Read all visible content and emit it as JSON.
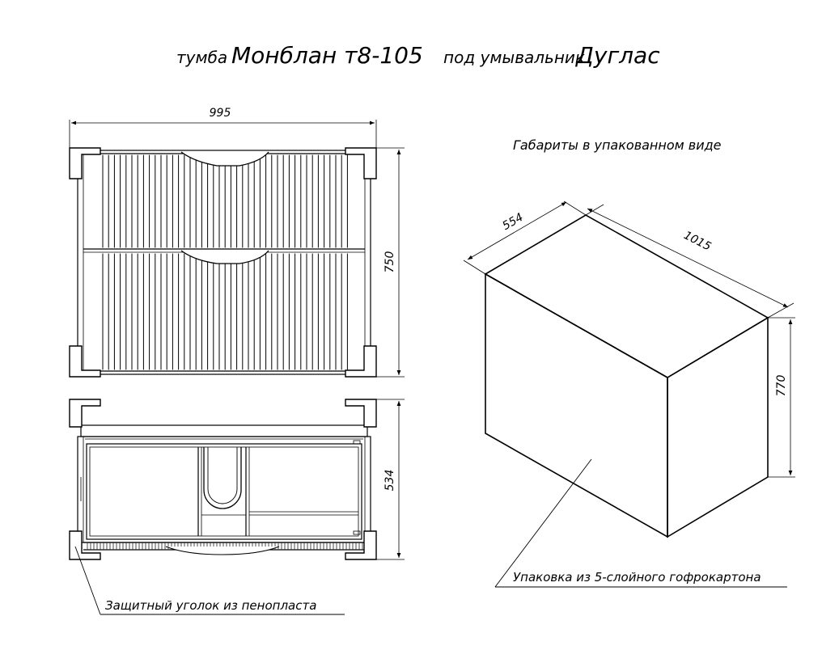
{
  "title": {
    "prefix": "тумба",
    "model": "Монблан т8-105",
    "middle": "под умывальник",
    "basin": "Дуглас"
  },
  "front_view": {
    "width_dim": "995",
    "height_dim": "750"
  },
  "top_view": {
    "depth_dim": "534"
  },
  "package": {
    "heading": "Габариты в упакованном виде",
    "depth_dim": "554",
    "length_dim": "1015",
    "height_dim": "770"
  },
  "callouts": {
    "corner": "Защитный уголок из пенопласта",
    "packaging": "Упаковка из 5-слойного гофрокартона"
  },
  "colors": {
    "line": "#000000",
    "background": "#ffffff"
  }
}
